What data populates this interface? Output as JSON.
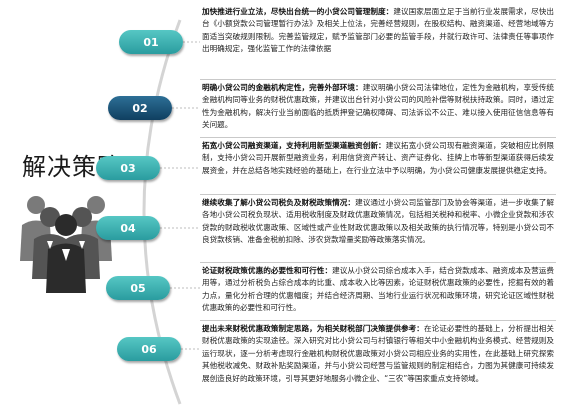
{
  "title": "解决策略",
  "items": [
    {
      "number": "01",
      "heading": "加快推进行业立法，尽快出台统一的小贷公司管理制度：",
      "body": "建议国家层面立足于当前行业发展需求，尽快出台《小额贷款公司管理暂行办法》及相关上位法，完善经营规则，在股权结构、融资渠道、经营地域等方面适当突破规则限制。完善监管规定，赋予监管部门必要的监管手段，并就行政许可、法律责任等事项作出明确规定，强化监管工作的法律依据"
    },
    {
      "number": "02",
      "heading": "明确小贷公司的金融机构定性，完善外部环境：",
      "body": "建议明确小贷公司法律地位，定性为金融机构，享受传统金融机构同等业务的财税优惠政策，并建议出台针对小贷公司的风险补偿等财税扶持政策。同时，通过定性为金融机构，解决行业当前面临的抵质押登记确权障碍、司法诉讼不公正、难以接入使用征信信息等有关问题。"
    },
    {
      "number": "03",
      "heading": "拓宽小贷公司融资渠道，支持利用新型渠道融资创新：",
      "body": "建议拓宽小贷公司现有融资渠道，突破相应比例限制，支持小贷公司开展新型融资业务，利用信贷资产转让、资产证券化、挂牌上市等新型渠道获得后续发展资金，并在总结各地实践经验的基础上，在行业立法中予以明确，为小贷公司健康发展提供稳定支持。"
    },
    {
      "number": "04",
      "heading": "继续收集了解小贷公司税负及财税政策情况：",
      "body": "建议通过小贷公司监管部门及协会等渠道，进一步收集了解各地小贷公司税负现状、适用税收制度及财政优惠政策情况，包括相关税种和税率、小微企业贷款和涉农贷款的财政税收优惠政策、区域性或产业性财政优惠政策以及相关政策的执行情况等，特别是小贷公司不良贷款核销、准备金税前扣除、涉农贷款增量奖励等政策落实情况。"
    },
    {
      "number": "05",
      "heading": "论证财税政策优惠的必要性和可行性：",
      "body": "建议从小贷公司综合成本入手，结合贷款成本、融资成本及营运费用等，通过分析税负占综合成本的比重、成本收入比等因素，论证财税优惠政策的必要性，挖掘有效的着力点，量化分析合理的优惠幅度；并结合经济周期、当地行业运行状况和政策环境，研究论证区域性财税优惠政策的必要性和可行性。"
    },
    {
      "number": "06",
      "heading": "提出未来财税优惠政策制定思路，为相关财税部门决策提供参考：",
      "body": "在论证必要性的基础上，分析提出相关财税优惠政策的实现途径。深入研究对比小贷公司与村镇银行等相关中小金融机构业务模式、经营规则及运行现状，逐一分析考虑现行金融机构财税优惠政策对小贷公司相应业务的实用性，在此基础上研究探索其他税收减免、财政补贴奖励渠道，并与小贷公司经营与监管规则的制定相结合，力图为其健康可持续发展创造良好的政策环境，引导其更好地服务小微企业、“三农”等国家重点支持领域。"
    }
  ]
}
